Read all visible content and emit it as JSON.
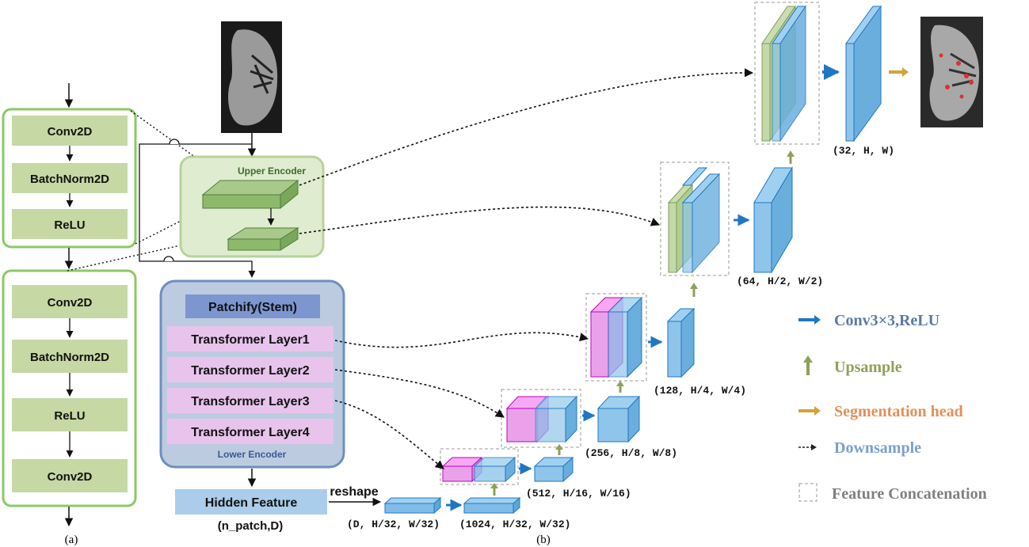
{
  "blocks": {
    "block_a_top": [
      "Conv2D",
      "BatchNorm2D",
      "ReLU"
    ],
    "block_a_bottom": [
      "Conv2D",
      "BatchNorm2D",
      "ReLU",
      "Conv2D"
    ]
  },
  "upper_encoder": {
    "title": "Upper Encoder"
  },
  "lower_encoder": {
    "stem": "Patchify(Stem)",
    "layers": [
      "Transformer Layer1",
      "Transformer Layer2",
      "Transformer Layer3",
      "Transformer Layer4"
    ],
    "title": "Lower Encoder"
  },
  "hidden": {
    "label": "Hidden  Feature",
    "shape": "(n_patch,D)",
    "reshape": "reshape"
  },
  "dims": {
    "d0": "(D,  H/32,  W/32)",
    "d1": "(1024,  H/32,  W/32)",
    "d2": "(512,  H/16,  W/16)",
    "d3": "(256,  H/8,  W/8)",
    "d4": "(128,  H/4,  W/4)",
    "d5": "(64,  H/2,  W/2)",
    "d6": "(32,  H,  W)"
  },
  "legend": {
    "conv": "Conv3×3,ReLU",
    "upsample": "Upsample",
    "seg": "Segmentation head",
    "down": "Downsample",
    "concat": "Feature Concatenation",
    "colors": {
      "conv": "#1f77c4",
      "upsample": "#8fa05a",
      "seg": "#d4a23a",
      "down": "#222222",
      "concat": "#999999",
      "conv_text": "#5b7aa6",
      "upsample_text": "#8fa05a",
      "seg_text": "#e0905a",
      "down_text": "#7a9fd0",
      "concat_text": "#808080"
    }
  },
  "captions": {
    "a": "(a)",
    "b": "(b)"
  }
}
